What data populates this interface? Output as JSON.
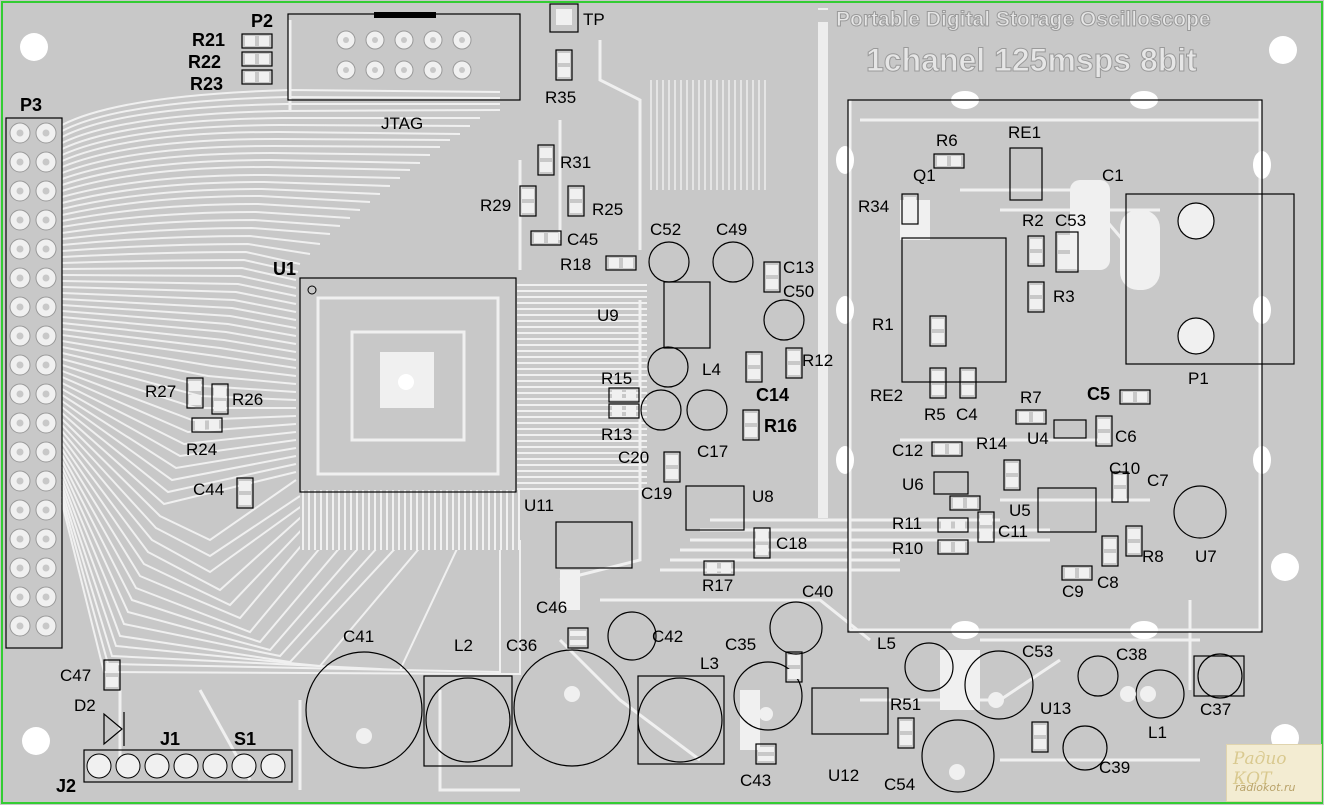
{
  "board": {
    "title_line1": "Portable Digital Storage Oscilloscope",
    "title_line2": "1chanel 125msps 8bit",
    "colors": {
      "board": "#c8c8c8",
      "copper": "#f2f2f2",
      "silk": "#000000",
      "outline": "#33cc33"
    }
  },
  "labels": {
    "P2": "P2",
    "TP": "TP",
    "R21": "R21",
    "R22": "R22",
    "R23": "R23",
    "R35": "R35",
    "JTAG": "JTAG",
    "P3": "P3",
    "R31": "R31",
    "R29": "R29",
    "R25": "R25",
    "C45": "C45",
    "C52": "C52",
    "C49": "C49",
    "R18": "R18",
    "C13": "C13",
    "C50": "C50",
    "U1": "U1",
    "U9": "U9",
    "R12": "R12",
    "L4": "L4",
    "R15": "R15",
    "C14": "C14",
    "R27": "R27",
    "R26": "R26",
    "R13": "R13",
    "R16": "R16",
    "R24": "R24",
    "C20": "C20",
    "C17": "C17",
    "C44": "C44",
    "C19": "C19",
    "U8": "U8",
    "U11": "U11",
    "C18": "C18",
    "R17": "R17",
    "C40": "C40",
    "C46": "C46",
    "C42": "C42",
    "C41": "C41",
    "L2": "L2",
    "C36": "C36",
    "C35": "C35",
    "L3": "L3",
    "C47": "C47",
    "D2": "D2",
    "J1": "J1",
    "S1": "S1",
    "J2": "J2",
    "C43": "C43",
    "U12": "U12",
    "R6": "R6",
    "RE1": "RE1",
    "Q1": "Q1",
    "C1": "C1",
    "R34": "R34",
    "R2": "R2",
    "C53a": "C53",
    "R3": "R3",
    "R1": "R1",
    "P1": "P1",
    "RE2": "RE2",
    "R5": "R5",
    "C4": "C4",
    "R7": "R7",
    "C5": "C5",
    "U4": "U4",
    "C6": "C6",
    "C12": "C12",
    "R14": "R14",
    "U6": "U6",
    "C10": "C10",
    "C7": "C7",
    "U5": "U5",
    "R11": "R11",
    "C11": "C11",
    "R10": "R10",
    "R8": "R8",
    "U7": "U7",
    "C9": "C9",
    "C8": "C8",
    "L5": "L5",
    "C53b": "C53",
    "C38": "C38",
    "R51": "R51",
    "U13": "U13",
    "C37": "C37",
    "L1": "L1",
    "C54": "C54",
    "C39": "C39"
  },
  "watermark": {
    "line1": "Радио КОТ",
    "line2": "radiokot.ru"
  }
}
